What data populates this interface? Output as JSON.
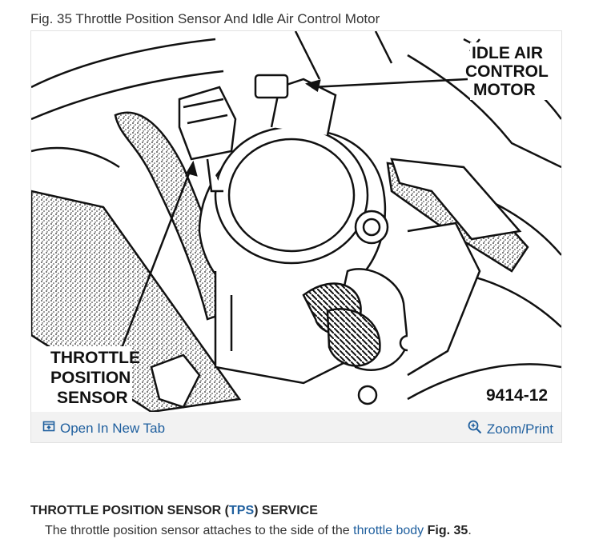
{
  "figure": {
    "caption": "Fig. 35 Throttle Position Sensor And Idle Air Control Motor",
    "labels": {
      "iac_line1": "IDLE AIR",
      "iac_line2": "CONTROL",
      "iac_line3": "MOTOR",
      "tps_line1": "THROTTLE",
      "tps_line2": "POSITION",
      "tps_line3": "SENSOR",
      "part_number": "9414-12"
    },
    "toolbar": {
      "open_label": "Open In New Tab",
      "zoom_label": "Zoom/Print"
    },
    "icons": {
      "open": "open-new-tab-icon",
      "zoom": "zoom-magnifier-icon"
    }
  },
  "section": {
    "heading_pre": "THROTTLE POSITION SENSOR (",
    "heading_link": "TPS",
    "heading_post": ") SERVICE",
    "body_pre": "The throttle position sensor attaches to the side of the ",
    "body_link": "throttle body",
    "body_ref": "Fig. 35",
    "body_end": "."
  },
  "colors": {
    "link": "#1f5f9e",
    "text": "#333333",
    "toolbar_bg": "#f2f2f2"
  }
}
